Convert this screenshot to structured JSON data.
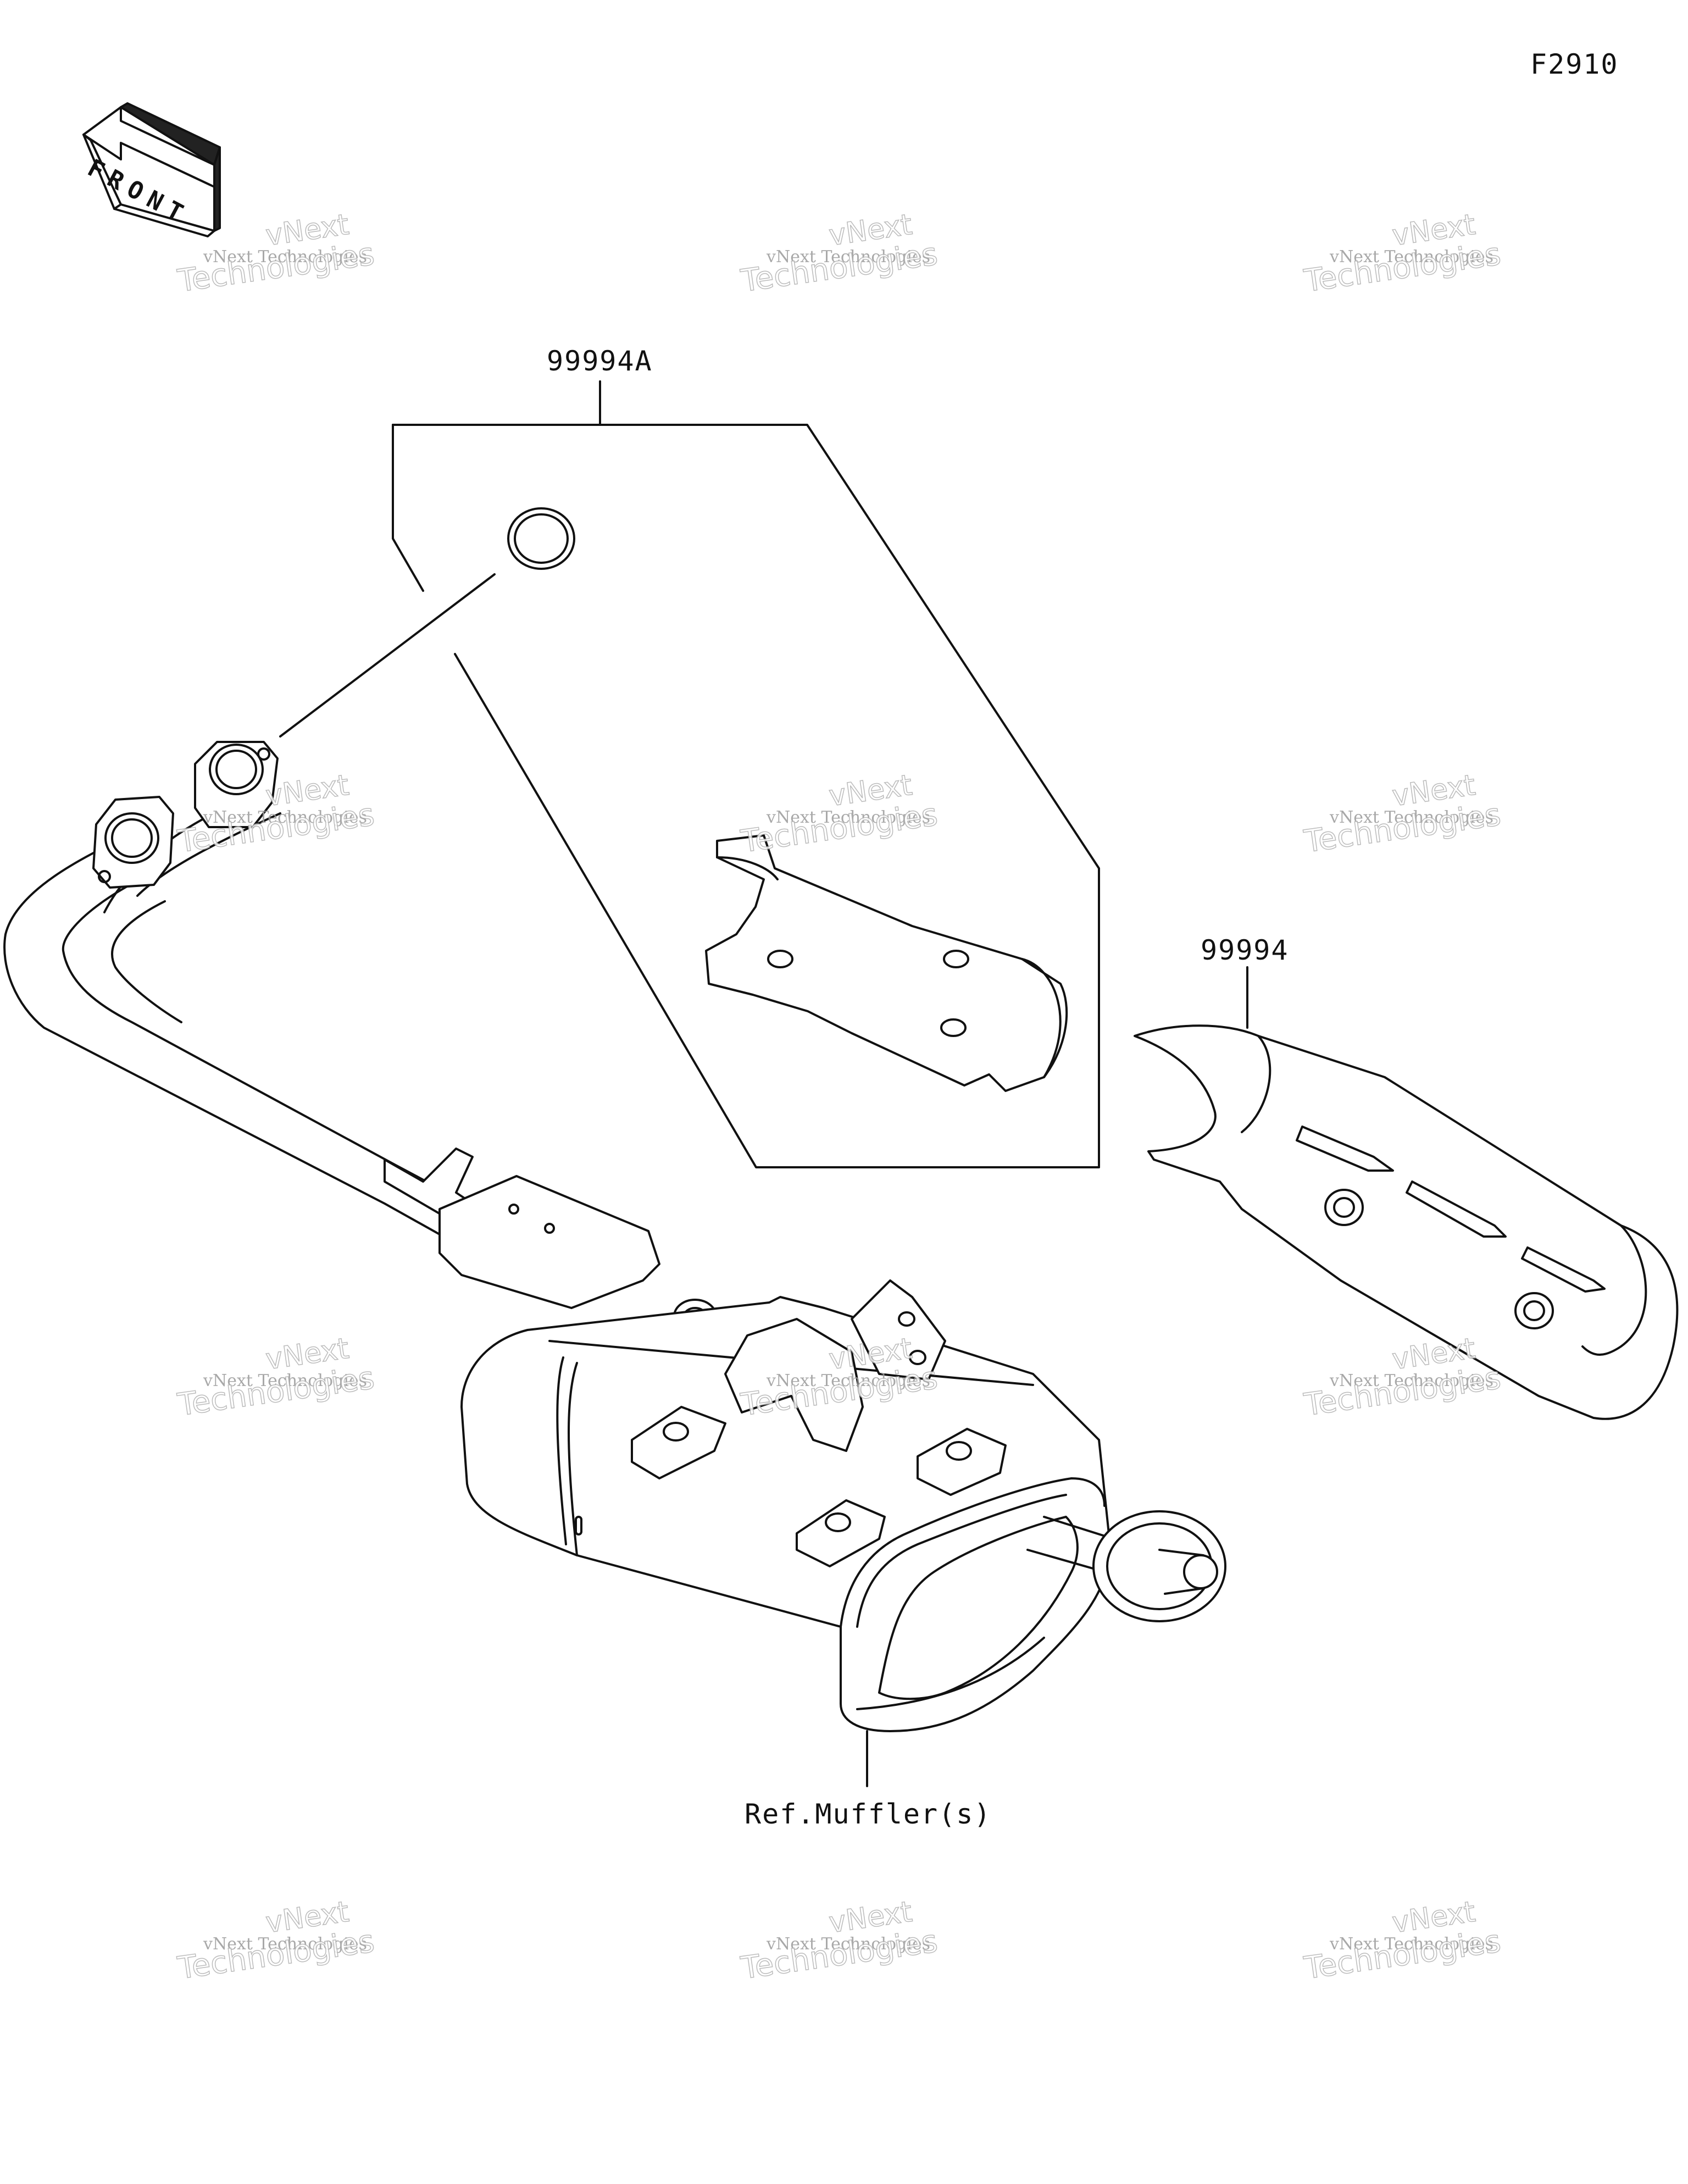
{
  "figure_code": "F2910",
  "front_arrow": {
    "text": "FRONT",
    "icon": "front-direction-arrow-icon"
  },
  "callouts": {
    "kit_a": "99994A",
    "cover": "99994",
    "muffler": "Ref.Muffler(s)"
  },
  "watermark": {
    "line1": "vNext Technologies",
    "line2": "Technologies",
    "line3": "vNext"
  },
  "colors": {
    "line": "#111111",
    "watermark": "#b0b0b0",
    "background": "#ffffff"
  }
}
